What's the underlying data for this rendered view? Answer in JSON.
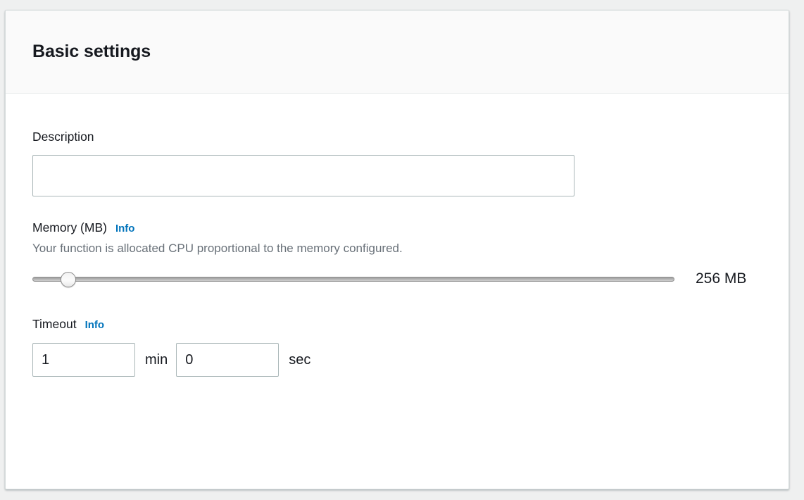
{
  "panel": {
    "title": "Basic settings"
  },
  "description_field": {
    "label": "Description",
    "value": "",
    "placeholder": ""
  },
  "memory_field": {
    "label": "Memory (MB)",
    "info_label": "Info",
    "hint": "Your function is allocated CPU proportional to the memory configured.",
    "value_text": "256 MB",
    "slider": {
      "value": 256,
      "min": 128,
      "max": 3008,
      "step": 64
    }
  },
  "timeout_field": {
    "label": "Timeout",
    "info_label": "Info",
    "minutes_value": "1",
    "minutes_unit": "min",
    "seconds_value": "0",
    "seconds_unit": "sec"
  },
  "colors": {
    "page_background": "#eff0f0",
    "card_background": "#ffffff",
    "header_background": "#fafafa",
    "link_blue": "#0073bb",
    "text_dark": "#16191f",
    "text_muted": "#687078",
    "input_border": "#aab7b8"
  }
}
